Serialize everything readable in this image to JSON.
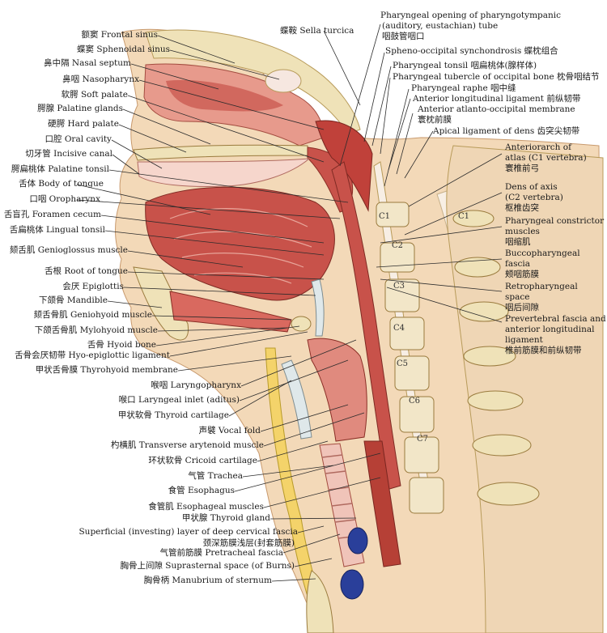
{
  "palette": {
    "muscle": "#c8524a",
    "muscle_light": "#e8a59a",
    "mucosa": "#f2c3b8",
    "bone": "#efe2b8",
    "fat": "#f4d36a",
    "cartilage": "#dfe8ea",
    "vein": "#2a3f9a",
    "line": "#2b2b2b"
  },
  "left_labels": [
    "额窦 Frontal sinus",
    "蝶窦 Sphenoidal sinus",
    "鼻中隔 Nasal septum",
    "鼻咽 Nasopharynx",
    "软腭 Soft palate",
    "腭腺 Palatine glands",
    "硬腭 Hard palate",
    "口腔 Oral cavity",
    "切牙管 Incisive canal",
    "腭扁桃体 Palatine tonsil",
    "舌体 Body of tongue",
    "口咽 Oropharynx",
    "舌盲孔 Foramen cecum",
    "舌扁桃体 Lingual tonsil",
    "颏舌肌 Genioglossus muscle",
    "舌根 Root of tongue",
    "会厌 Epiglottis",
    "下颌骨 Mandible",
    "颏舌骨肌 Geniohyoid muscle",
    "下颌舌骨肌 Mylohyoid muscle",
    "舌骨 Hyoid bone",
    "舌骨会厌韧带 Hyo-epiglottic ligament",
    "甲状舌骨膜 Thyrohyoid membrane",
    "喉咽 Laryngopharynx",
    "喉口 Laryngeal inlet (aditus)",
    "甲状软骨 Thyroid cartilage",
    "声襞 Vocal fold",
    "杓横肌 Transverse arytenoid muscle",
    "环状软骨 Cricoid cartilage",
    "气管 Trachea",
    "食管 Esophagus",
    "食管肌 Esophageal muscles",
    "甲状腺 Thyroid gland",
    "Superficial (investing) layer of deep cervical fascia",
    "颈深筋膜浅层(封套筋膜)",
    "气管前筋膜 Pretracheal fascia",
    "胸骨上间隙 Suprasternal space (of Burns)",
    "胸骨柄 Manubrium of sternum"
  ],
  "top_labels": {
    "sella": "蝶鞍 Sella turcica",
    "pharyngeal_opening": [
      "Pharyngeal opening of pharyngotympanic",
      "(auditory, eustachian) tube",
      "咽鼓管咽口"
    ],
    "spheno_occipital": "Spheno-occipital synchondrosis 蝶枕组合",
    "pharyngeal_tonsil": "Pharyngeal tonsil 咽扁桃体(腺样体)",
    "pharyngeal_tubercle": "Pharyngeal tubercle of occipital bone 枕骨咽结节",
    "pharyngeal_raphe": "Pharyngeal raphe 咽中缝",
    "ant_long_lig": "Anterior longitudinal ligament 前纵韧带",
    "ant_atlanto": [
      "Anterior atlanto-occipital membrane",
      "寰枕前膜"
    ],
    "apical_lig": "Apical ligament of dens 齿突尖韧带"
  },
  "right_labels": [
    [
      "Anteriorarch of",
      "atlas (C1 vertebra)",
      "寰椎前弓"
    ],
    [
      "Dens of axis",
      "(C2 vertebra)",
      "枢椎齿突"
    ],
    [
      "Pharyngeal constrictor",
      "muscles",
      "咽缩肌"
    ],
    [
      "Buccopharyngeal",
      "fascia",
      "颊咽筋膜"
    ],
    [
      "Retropharyngeal",
      "space",
      "咽后间隙"
    ],
    [
      "Prevertebral fascia and",
      "anterior longitudinal",
      "ligament",
      "椎前筋膜和前纵韧带"
    ]
  ],
  "vertebra_labels": [
    "C1",
    "C1",
    "C2",
    "C3",
    "C4",
    "C5",
    "C6",
    "C7"
  ]
}
